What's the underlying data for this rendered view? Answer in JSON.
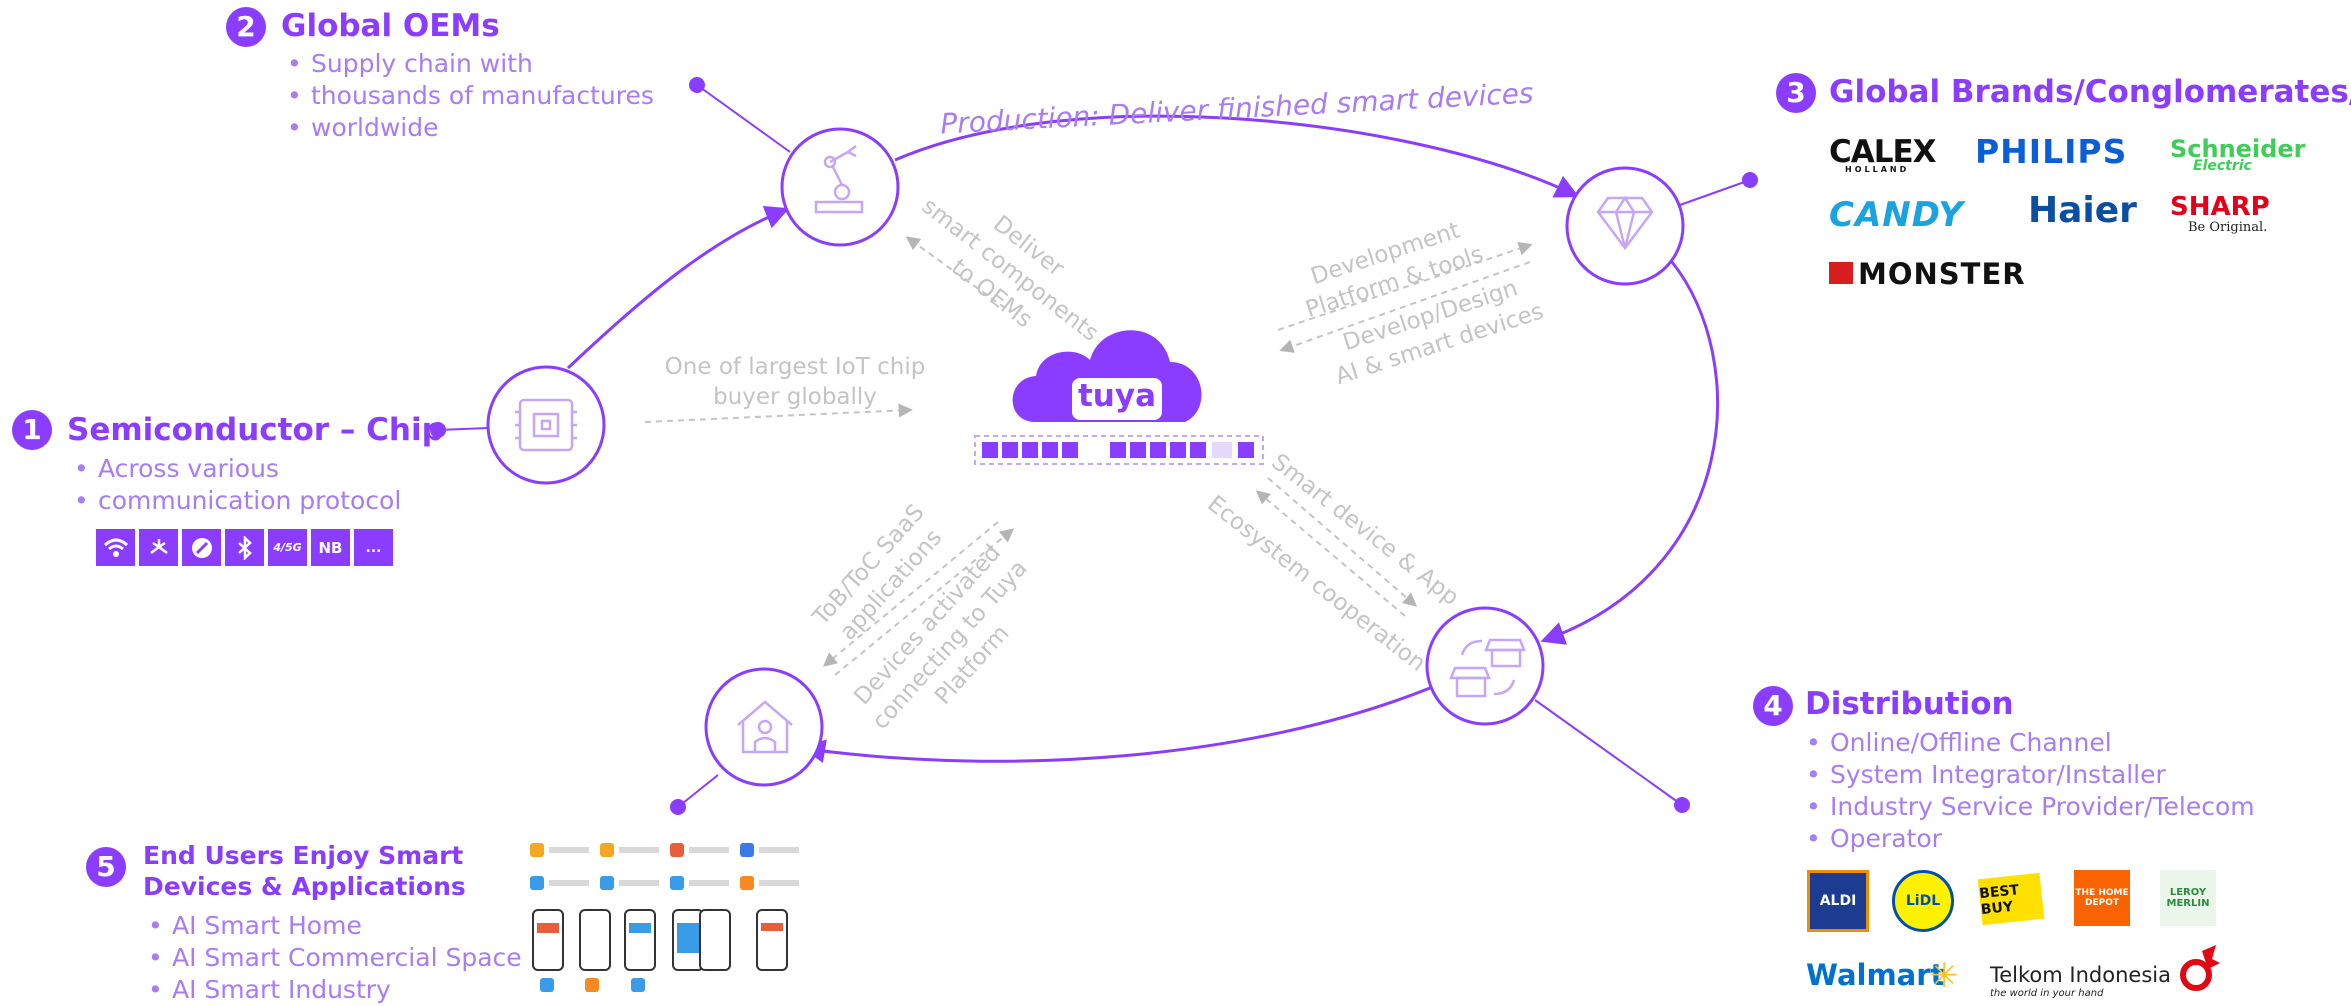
{
  "s1": {
    "num": "1",
    "title": "Semiconductor – Chip",
    "bullets": [
      "Across various",
      "communication protocol"
    ],
    "protocols": [
      "wifi",
      "zigbee",
      "bluetooth-le",
      "bluetooth",
      "4/5G",
      "NB",
      "..."
    ]
  },
  "s2": {
    "num": "2",
    "title": "Global OEMs",
    "bullets": [
      "Supply chain with",
      "thousands of manufactures",
      "worldwide"
    ]
  },
  "s3": {
    "num": "3",
    "title": "Global Brands/Conglomerates/...",
    "brands": {
      "calex": "CALEX",
      "calex_sub": "HOLLAND",
      "philips": "PHILIPS",
      "schneider": "Schneider",
      "schneider_sub": "Electric",
      "candy": "CANDY",
      "haier": "Haier",
      "sharp": "SHARP",
      "sharp_sub": "Be Original.",
      "monster": "MONSTER"
    }
  },
  "s4": {
    "num": "4",
    "title": "Distribution",
    "bullets": [
      "Online/Offline Channel",
      "System Integrator/Installer",
      "Industry Service Provider/Telecom",
      "Operator"
    ],
    "retailers": {
      "aldi": "ALDI",
      "lidl": "LiDL",
      "bestbuy": "BEST BUY",
      "homedepot": "THE HOME DEPOT",
      "leroy": "LEROY MERLIN",
      "walmart": "Walmart",
      "telkom": "Telkom Indonesia",
      "telkom_sub": "the world in your hand"
    }
  },
  "s5": {
    "num": "5",
    "title_line1": "End Users Enjoy Smart",
    "title_line2": "Devices & Applications",
    "bullets": [
      "AI Smart Home",
      "AI Smart Commercial Space",
      "AI Smart Industry"
    ]
  },
  "flows": {
    "production": "Production: Deliver finished smart devices",
    "deliver_l1": "Deliver",
    "deliver_l2": "smart components",
    "deliver_l3": "to OEMs",
    "chip_l1": "One of largest IoT chip",
    "chip_l2": "buyer globally",
    "devplat_l1": "Development",
    "devplat_l2": "Platform & tools",
    "devdesign_l1": "Develop/Design",
    "devdesign_l2": "AI & smart devices",
    "smartapp": "Smart device & App",
    "ecosystem": "Ecosystem cooperation",
    "saas_l1": "ToB/ToC SaaS",
    "saas_l2": "applications",
    "activated_l1": "Devices activated",
    "activated_l2": "connecting to Tuya",
    "activated_l3": "Platform"
  },
  "center": {
    "logo": "tuya"
  },
  "colors": {
    "accent": "#8b3dff",
    "bullet": "#a77cf5",
    "gray": "#c4c4c4"
  },
  "icons": [
    "chip-icon",
    "robot-arm-icon",
    "diamond-icon",
    "store-exchange-icon",
    "house-person-icon"
  ]
}
